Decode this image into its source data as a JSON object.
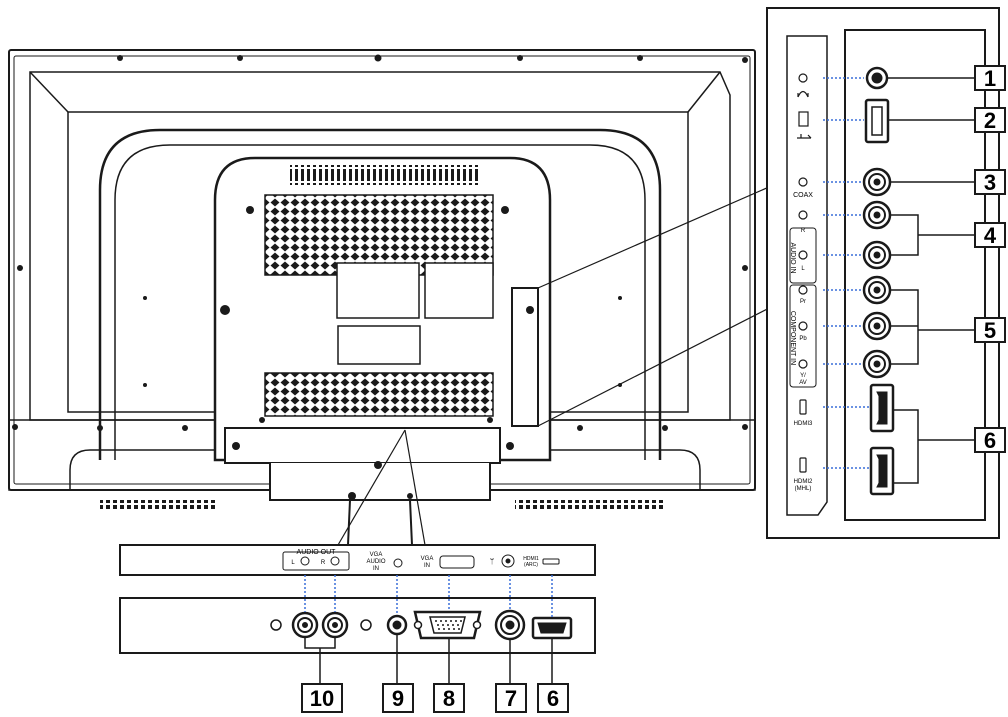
{
  "side_panel": {
    "headphone_icon": "headphone-icon",
    "usb_icon": "usb-icon",
    "coax_label": "COAX",
    "audio_in_label": "AUDIO IN",
    "audio_r": "R",
    "audio_l": "L",
    "component_in_label": "COMPONENT IN",
    "pr_label": "Pr",
    "pb_label": "Pb",
    "yav_line1": "Y/",
    "yav_line2": "AV",
    "hdmi3_label": "HDMI3",
    "hdmi2_line1": "HDMI2",
    "hdmi2_line2": "(MHL)"
  },
  "bottom_panel": {
    "audio_out_label": "AUDIO  OUT",
    "audio_out_l": "L",
    "audio_out_r": "R",
    "vga_audio_line1": "VGA",
    "vga_audio_line2": "AUDIO",
    "vga_audio_line3": "IN",
    "vga_in_line1": "VGA",
    "vga_in_line2": "IN",
    "hdmi1_line1": "HDMI1",
    "hdmi1_line2": "(ARC)"
  },
  "callouts": {
    "right": [
      "1",
      "2",
      "3",
      "4",
      "5",
      "6"
    ],
    "bottom": [
      "10",
      "9",
      "8",
      "7",
      "6"
    ]
  },
  "colors": {
    "line": "#1a1a1a",
    "dotted": "#3a6fd8",
    "background": "#ffffff"
  }
}
